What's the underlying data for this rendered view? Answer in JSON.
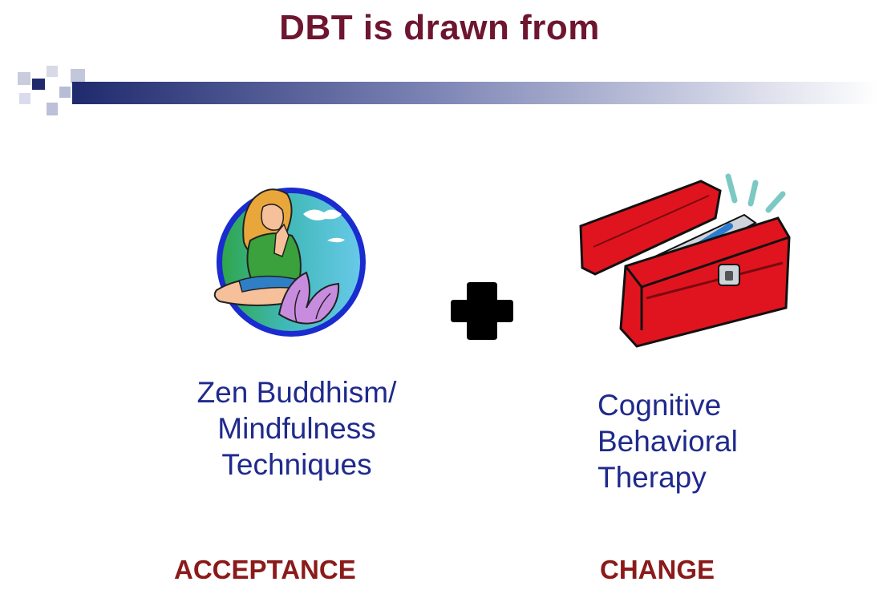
{
  "title": "DBT is drawn from",
  "left_column": {
    "line1": "Zen Buddhism/",
    "line2": "Mindfulness",
    "line3": "Techniques",
    "keyword": "ACCEPTANCE",
    "image_icon": "meditating-woman-lotus-icon"
  },
  "operator": {
    "icon": "plus-icon"
  },
  "right_column": {
    "line1": "Cognitive",
    "line2": "Behavioral",
    "line3": "Therapy",
    "keyword": "CHANGE",
    "image_icon": "red-toolbox-icon"
  },
  "colors": {
    "title": "#6e1530",
    "body_text": "#1f2a8c",
    "keyword": "#8b1a1a",
    "rule_start": "#1f2a6e",
    "toolbox_red": "#e0141e"
  }
}
